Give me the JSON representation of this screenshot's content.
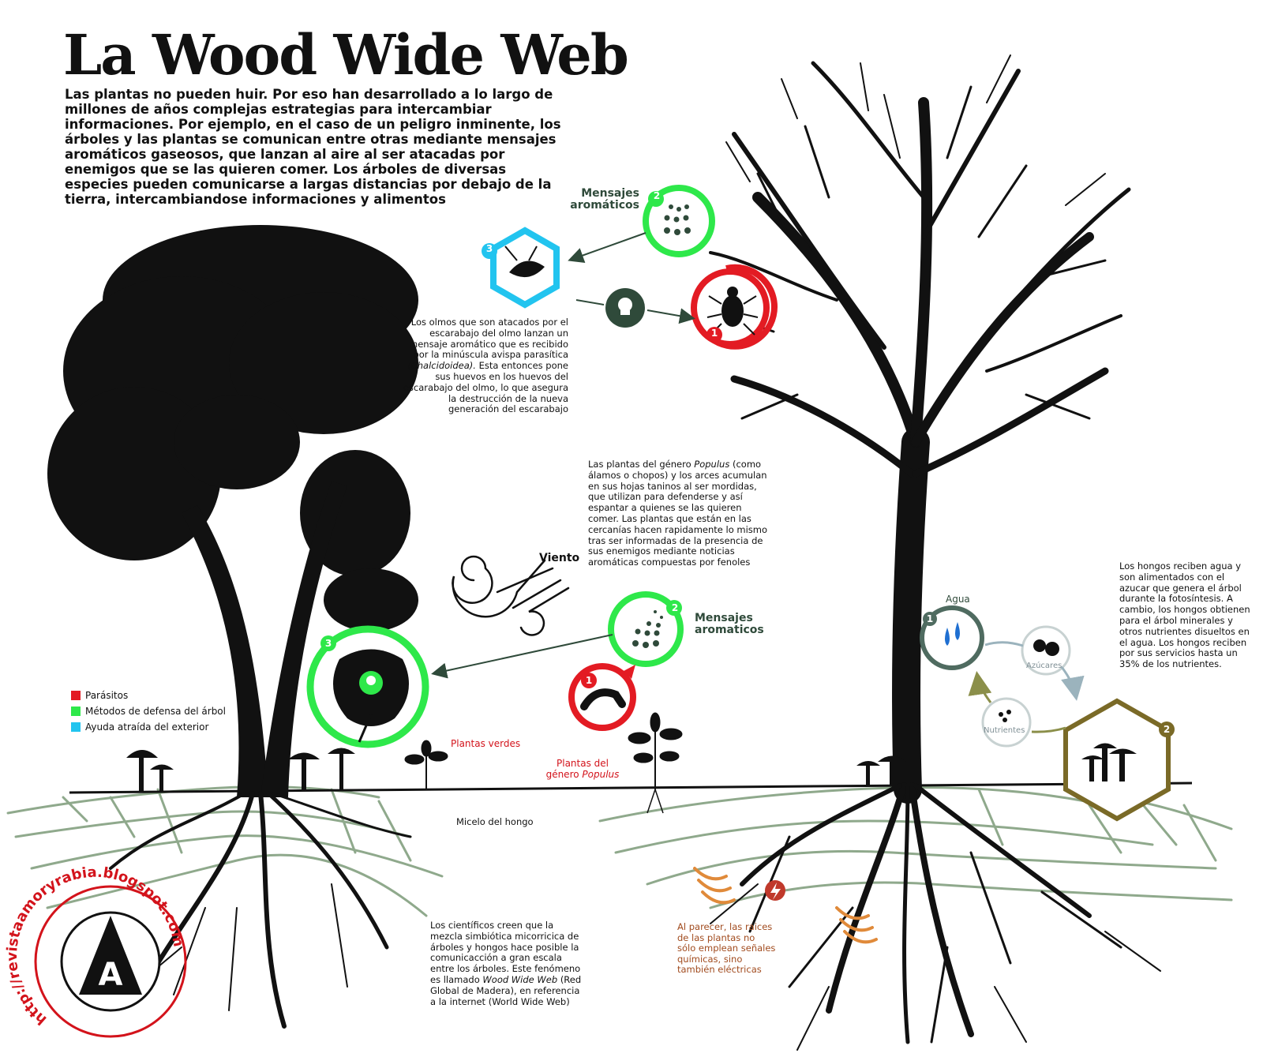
{
  "title": "La Wood Wide Web",
  "intro": "Las plantas no pueden huir. Por eso han desarrollado a lo largo de millones de años complejas estrategias para intercambiar informaciones. Por ejemplo, en el caso de un peligro inminente, los árboles y las plantas se comunican entre otras mediante mensajes aromáticos gaseosos, que lanzan al aire al ser atacadas por enemigos que se las quieren comer. Los árboles de diversas especies pueden comunicarse a largas distancias por debajo de la tierra, intercambiandose informaciones y alimentos",
  "elm": {
    "label_messages": "Mensajes aromáticos",
    "badge_1": "1",
    "badge_2": "2",
    "badge_3": "3",
    "text_a": "Los olmos que son atacados por el escarabajo del olmo lanzan un mensaje aromático que es recibido por la minúscula avispa parasítica",
    "text_italic": "(Chalcidoidea).",
    "text_b": "Esta entonces pone sus huevos en los huevos del escarabajo del olmo, lo que asegura la destrucción de la nueva generación del escarabajo"
  },
  "populus": {
    "text_a": "Las plantas del género",
    "text_italic": "Populus",
    "text_b": "(como álamos o chopos) y los arces acumulan en sus hojas taninos al ser mordidas, que utilizan para defenderse y así espantar a quienes se las quieren comer. Las plantas que están en las cercanías hacen rapidamente lo mismo tras ser informadas de la presencia de sus enemigos mediante noticias aromáticas compuestas por fenoles",
    "wind": "Viento",
    "label_messages": "Mensajes aromaticos",
    "badge_1": "1",
    "badge_2": "2",
    "badge_3": "3",
    "green_plants": "Plantas verdes",
    "populus_plants_a": "Plantas del",
    "populus_plants_b": "género",
    "populus_plants_italic": "Populus"
  },
  "legend": [
    {
      "label": "Parásitos",
      "color": "#e31b23"
    },
    {
      "label": "Métodos de defensa del árbol",
      "color": "#2ee84a"
    },
    {
      "label": "Ayuda atraída del exterior",
      "color": "#22c4ef"
    }
  ],
  "fungi": {
    "text": "Los hongos reciben agua y son alimentados con el azucar que genera el árbol durante la fotosíntesis. A cambio, los hongos obtienen para el árbol minerales y otros nutrientes disueltos en el agua. Los hongos reciben por sus servicios hasta un 35% de los nutrientes.",
    "water": "Agua",
    "sugars": "Azúcares",
    "nutrients": "Nutrientes",
    "badge_1": "1",
    "badge_2": "2"
  },
  "mycelium": "Micelo del hongo",
  "scientists": {
    "text_a": "Los científicos creen que la mezcla simbiótica micorricica de árboles y hongos hace posible la comunicacción a gran escala entre los árboles. Este fenómeno es llamado",
    "text_italic": "Wood Wide Web",
    "text_b": "(Red Global de Madera), en referencia a la internet (World Wide Web)"
  },
  "electric": "Al parecer, las raices de las plantas no sólo emplean señales químicas, sino también eléctricas",
  "watermark": {
    "url": "http://revistaamoryrabia.blogspot.com",
    "letter": "A"
  },
  "colors": {
    "red": "#e31b23",
    "green": "#2ee84a",
    "blue": "#22c4ef",
    "mycelium": "#8fa98c",
    "olive": "#7a6a27",
    "water_ring": "#4f6b60"
  }
}
